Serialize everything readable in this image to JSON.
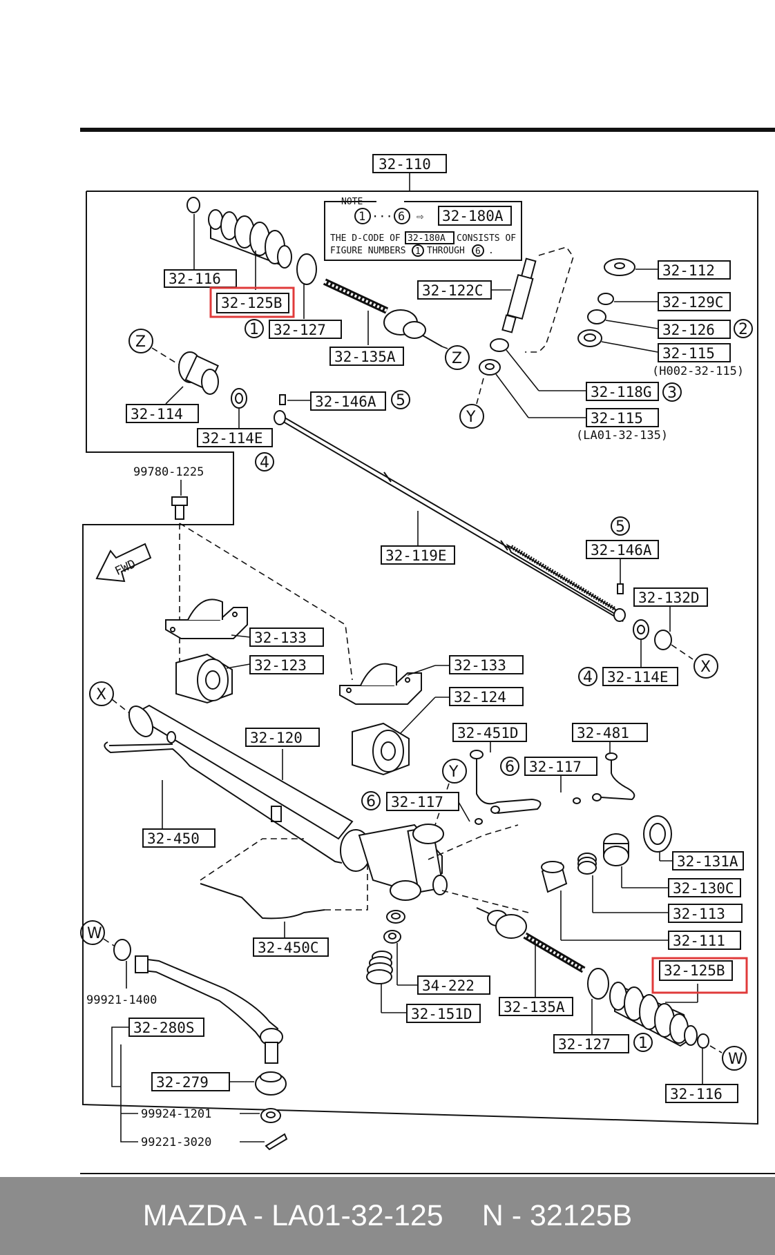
{
  "diagram": {
    "top_label": "32-110",
    "note": {
      "title": "NOTE",
      "range_start": "1",
      "range_dots": "···",
      "range_end": "6",
      "arrow": "⇨",
      "code": "32-180A",
      "line1_pre": "THE D-CODE OF",
      "line1_code": "32-180A",
      "line1_post": "CONSISTS OF",
      "line2_pre": "FIGURE NUMBERS",
      "line2_n1": "1",
      "line2_mid": "THROUGH",
      "line2_n2": "6",
      "line2_end": "."
    },
    "fwd_label": "FWD",
    "highlight_color": "#e03a3a",
    "labels": {
      "l32_116_top": "32-116",
      "l32_125b_top": "32-125B",
      "l32_127_top": "32-127",
      "l32_135a_top": "32-135A",
      "l32_122c": "32-122C",
      "l32_112": "32-112",
      "l32_129c": "32-129C",
      "l32_126": "32-126",
      "l32_115_top": "32-115",
      "h002": "(H002-32-115)",
      "l32_118g": "32-118G",
      "l32_115_mid": "32-115",
      "la01": "(LA01-32-135)",
      "l32_114": "32-114",
      "l32_114e_top": "32-114E",
      "l32_146a_top": "32-146A",
      "l99780": "99780-1225",
      "l32_119e": "32-119E",
      "l32_146a_mid": "32-146A",
      "l32_132d": "32-132D",
      "l32_114e_mid": "32-114E",
      "l32_133_left": "32-133",
      "l32_123": "32-123",
      "l32_133_right": "32-133",
      "l32_124": "32-124",
      "l32_120": "32-120",
      "l32_451d": "32-451D",
      "l32_481": "32-481",
      "l32_117_right": "32-117",
      "l32_117_left": "32-117",
      "l32_450": "32-450",
      "l32_131a": "32-131A",
      "l32_130c": "32-130C",
      "l32_113": "32-113",
      "l32_111": "32-111",
      "l32_450c": "32-450C",
      "l32_125b_bot": "32-125B",
      "l34_222": "34-222",
      "l32_151d": "32-151D",
      "l32_135a_bot": "32-135A",
      "l32_127_bot": "32-127",
      "l99921": "99921-1400",
      "l32_280s": "32-280S",
      "l32_279": "32-279",
      "l99924": "99924-1201",
      "l99221": "99221-3020",
      "l32_116_bot": "32-116"
    },
    "markers": {
      "z1": "Z",
      "z2": "Z",
      "y1": "Y",
      "y2": "Y",
      "x1": "X",
      "x2": "X",
      "w1": "W",
      "w2": "W",
      "n1_top": "1",
      "n2": "2",
      "n3": "3",
      "n4_top": "4",
      "n5_top": "5",
      "n5_mid": "5",
      "n4_mid": "4",
      "n6_right": "6",
      "n6_left": "6",
      "n1_bot": "1"
    }
  },
  "footer": {
    "brand_part": "MAZDA - LA01-32-125",
    "alt_part": "N - 32125B"
  }
}
